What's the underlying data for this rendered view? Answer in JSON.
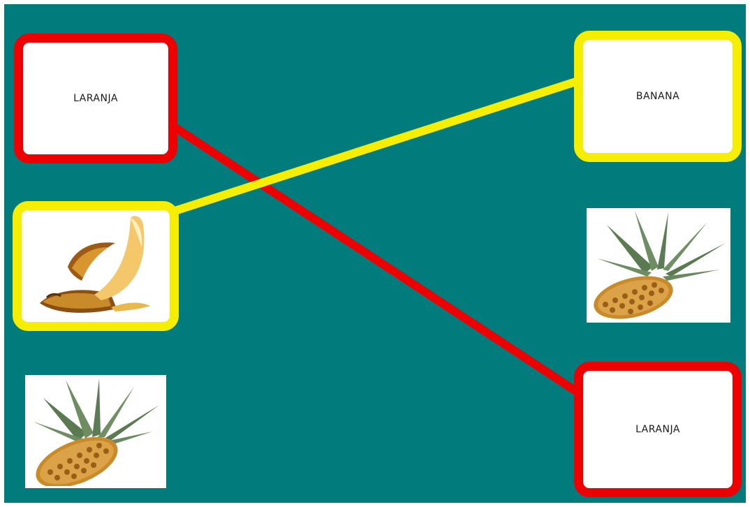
{
  "cards": {
    "left_word": {
      "text": "LARANJA",
      "frame": "red"
    },
    "left_picture_1": {
      "picture": "banana",
      "frame": "yellow"
    },
    "left_picture_2": {
      "picture": "pineapple",
      "frame": "none"
    },
    "right_word_1": {
      "text": "BANANA",
      "frame": "yellow"
    },
    "right_picture": {
      "picture": "pineapple",
      "frame": "none"
    },
    "right_word_2": {
      "text": "LARANJA",
      "frame": "red"
    }
  },
  "connections": [
    {
      "from": "left_word",
      "to": "right_word_2",
      "color": "#ef0000"
    },
    {
      "from": "left_picture_1",
      "to": "right_word_1",
      "color": "#f5ee00"
    }
  ],
  "colors": {
    "background": "#017b7b",
    "red": "#ef0000",
    "yellow": "#f5ee00"
  }
}
